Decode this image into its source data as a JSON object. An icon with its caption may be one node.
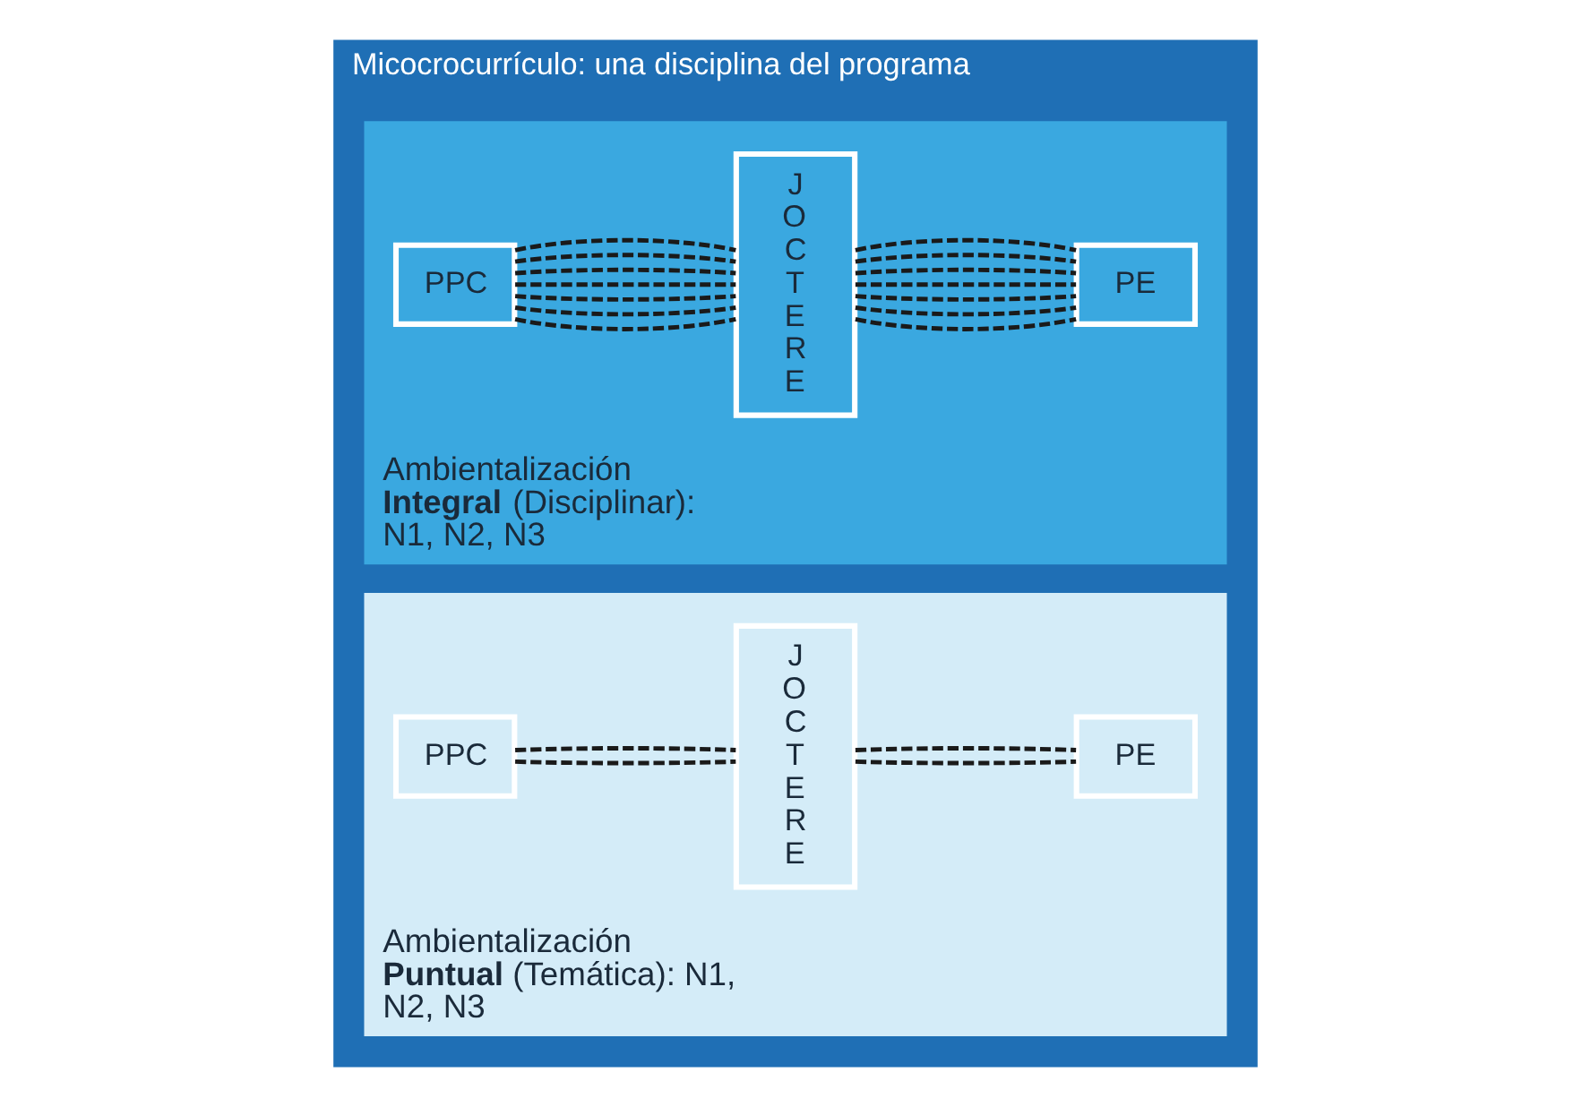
{
  "diagram": {
    "nodes": [
      {
        "text": [
          "Micocrocurrículo: una disciplina del programa"
        ]
      },
      {
        "text": [
          "Ambientalización **Integral** (Disciplinar): N1, N2, N3"
        ],
        "in": 0
      },
      {
        "text": [
          "PPC"
        ],
        "in": 1
      },
      {
        "text": [
          "JOCTERE"
        ],
        "in": 1
      },
      {
        "text": [
          "PE"
        ],
        "in": 1
      },
      {
        "text": [
          "Ambientalización **Puntual** (Temática): N1, N2, N3"
        ],
        "in": 0
      },
      {
        "text": [
          "PPC"
        ],
        "in": 5
      },
      {
        "text": [
          "JOCTERE"
        ],
        "in": 5
      },
      {
        "text": [
          "PE"
        ],
        "in": 5
      }
    ],
    "edges": [
      {
        "from": 2,
        "to": 3,
        "arrow": "none",
        "style": "dashed"
      },
      {
        "from": 2,
        "to": 3,
        "arrow": "none",
        "style": "dashed"
      },
      {
        "from": 2,
        "to": 3,
        "arrow": "none",
        "style": "dashed"
      },
      {
        "from": 2,
        "to": 3,
        "arrow": "none",
        "style": "dashed"
      },
      {
        "from": 2,
        "to": 3,
        "arrow": "none",
        "style": "dashed"
      },
      {
        "from": 2,
        "to": 3,
        "arrow": "none",
        "style": "dashed"
      },
      {
        "from": 2,
        "to": 3,
        "arrow": "none",
        "style": "dashed"
      },
      {
        "from": 3,
        "to": 4,
        "arrow": "none",
        "style": "dashed"
      },
      {
        "from": 3,
        "to": 4,
        "arrow": "none",
        "style": "dashed"
      },
      {
        "from": 3,
        "to": 4,
        "arrow": "none",
        "style": "dashed"
      },
      {
        "from": 3,
        "to": 4,
        "arrow": "none",
        "style": "dashed"
      },
      {
        "from": 3,
        "to": 4,
        "arrow": "none",
        "style": "dashed"
      },
      {
        "from": 3,
        "to": 4,
        "arrow": "none",
        "style": "dashed"
      },
      {
        "from": 3,
        "to": 4,
        "arrow": "none",
        "style": "dashed"
      },
      {
        "from": 6,
        "to": 7,
        "arrow": "none",
        "style": "dashed"
      },
      {
        "from": 6,
        "to": 7,
        "arrow": "none",
        "style": "dashed"
      },
      {
        "from": 7,
        "to": 8,
        "arrow": "none",
        "style": "dashed"
      },
      {
        "from": 7,
        "to": 8,
        "arrow": "none",
        "style": "dashed"
      }
    ]
  }
}
